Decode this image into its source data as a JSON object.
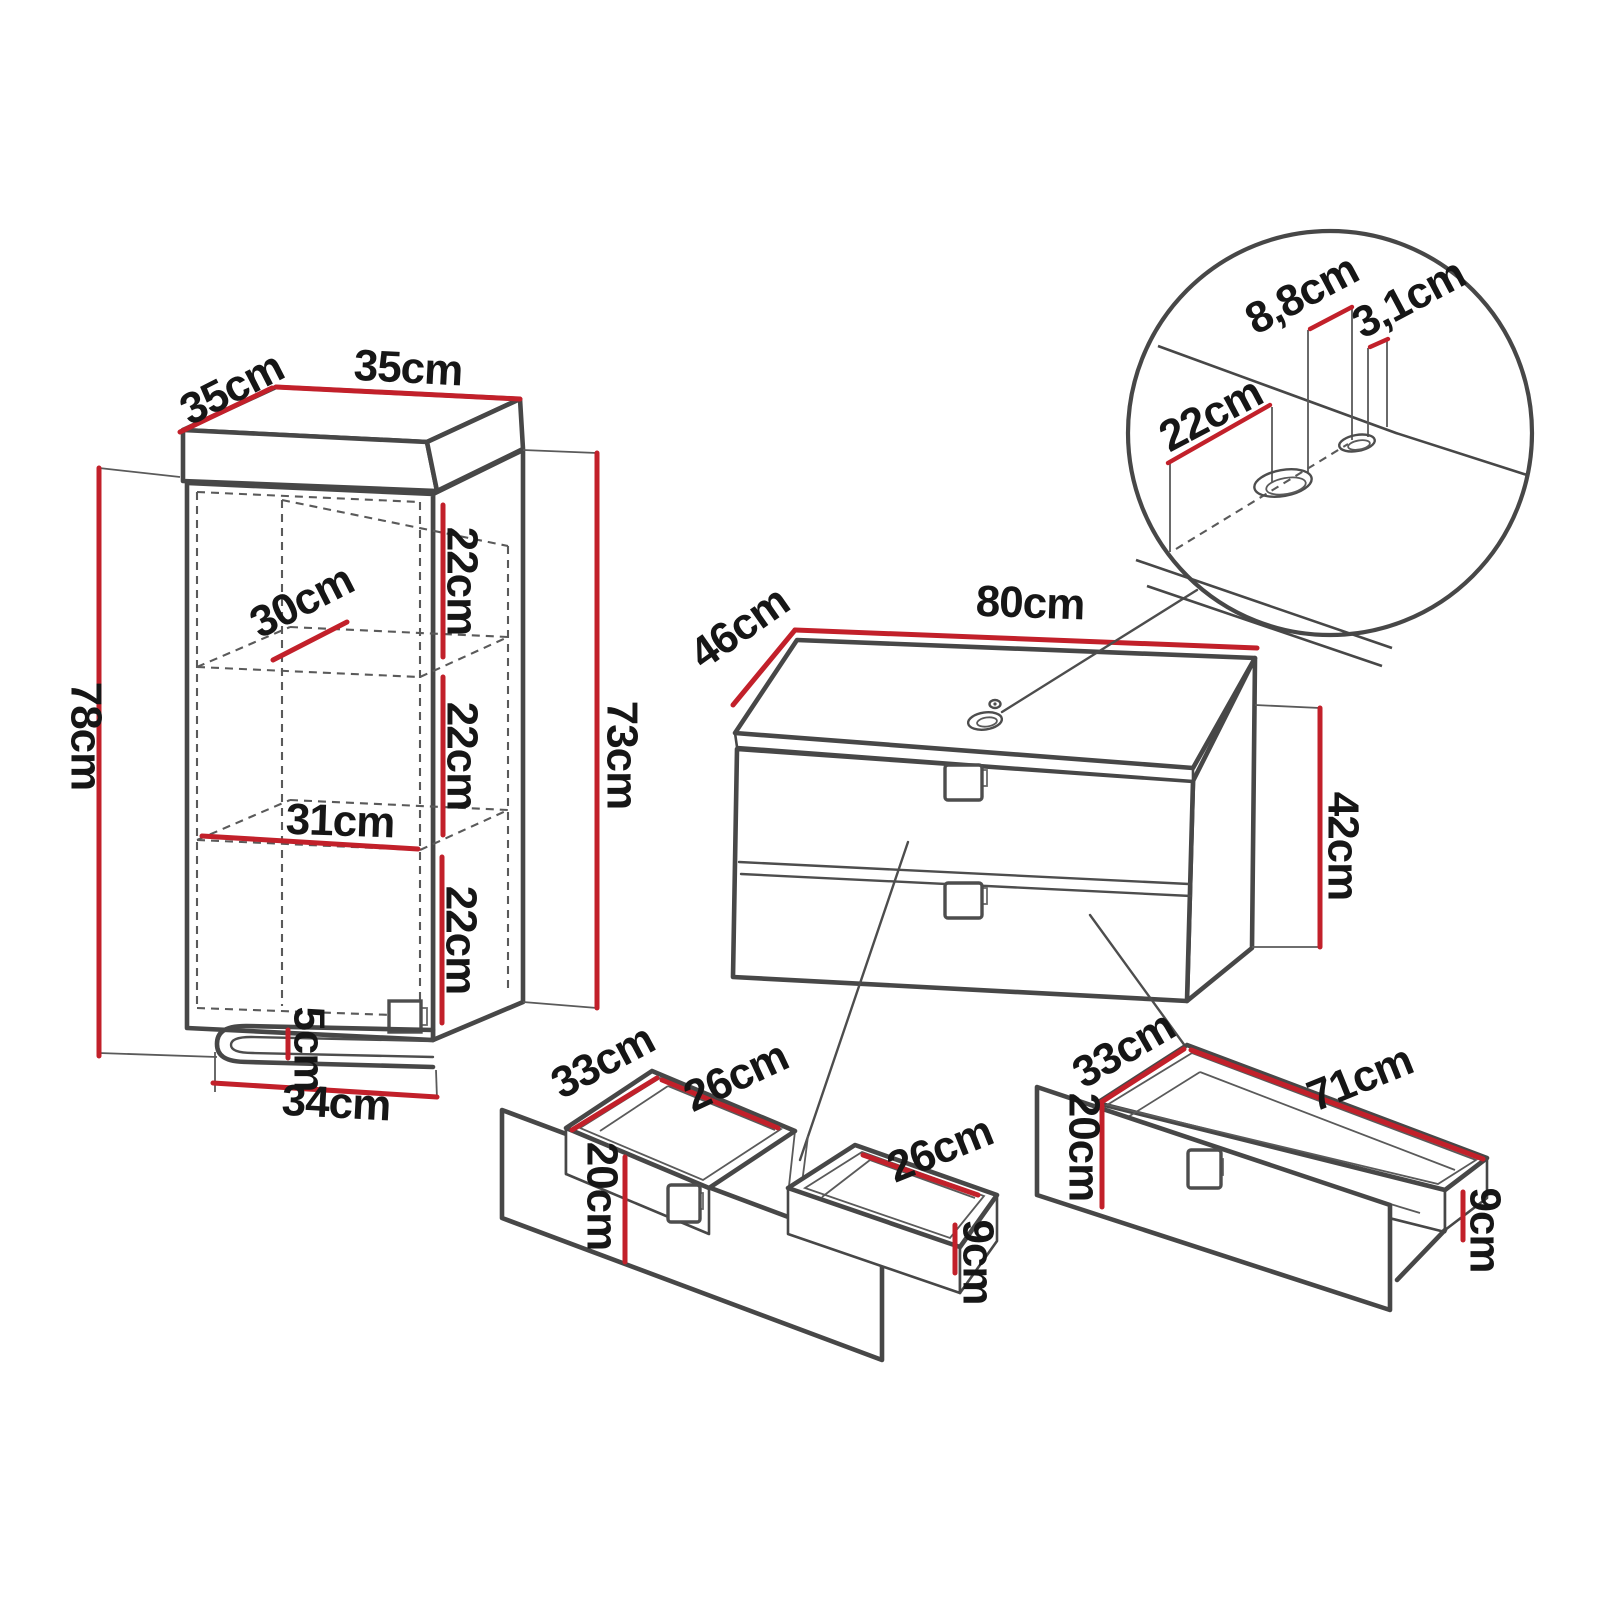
{
  "title": "Furniture assembly dimension diagram",
  "colors": {
    "measure_red": "#c2202a",
    "outline_dark": "#474747",
    "text": "#161616",
    "background": "#ffffff"
  },
  "tall_cabinet": {
    "top_depth": "35cm",
    "top_width": "35cm",
    "outer_height": "78cm",
    "inner_height": "73cm",
    "shelf_depth": "30cm",
    "shelf_width": "31cm",
    "compartment_heights": [
      "22cm",
      "22cm",
      "22cm"
    ],
    "bottom_gap": "5cm",
    "bottom_width": "34cm"
  },
  "vanity_cabinet": {
    "depth": "46cm",
    "width": "80cm",
    "side_height": "42cm"
  },
  "hole_detail": {
    "edge_offset": "22cm",
    "hole_spacing": "8,8cm",
    "hole_diameter": "3,1cm"
  },
  "divided_drawer": {
    "depth": "33cm",
    "left_compartment_width": "26cm",
    "right_compartment_width": "26cm",
    "front_height": "20cm",
    "box_height": "9cm"
  },
  "wide_drawer": {
    "depth": "33cm",
    "width": "71cm",
    "front_height": "20cm",
    "box_height": "9cm"
  }
}
